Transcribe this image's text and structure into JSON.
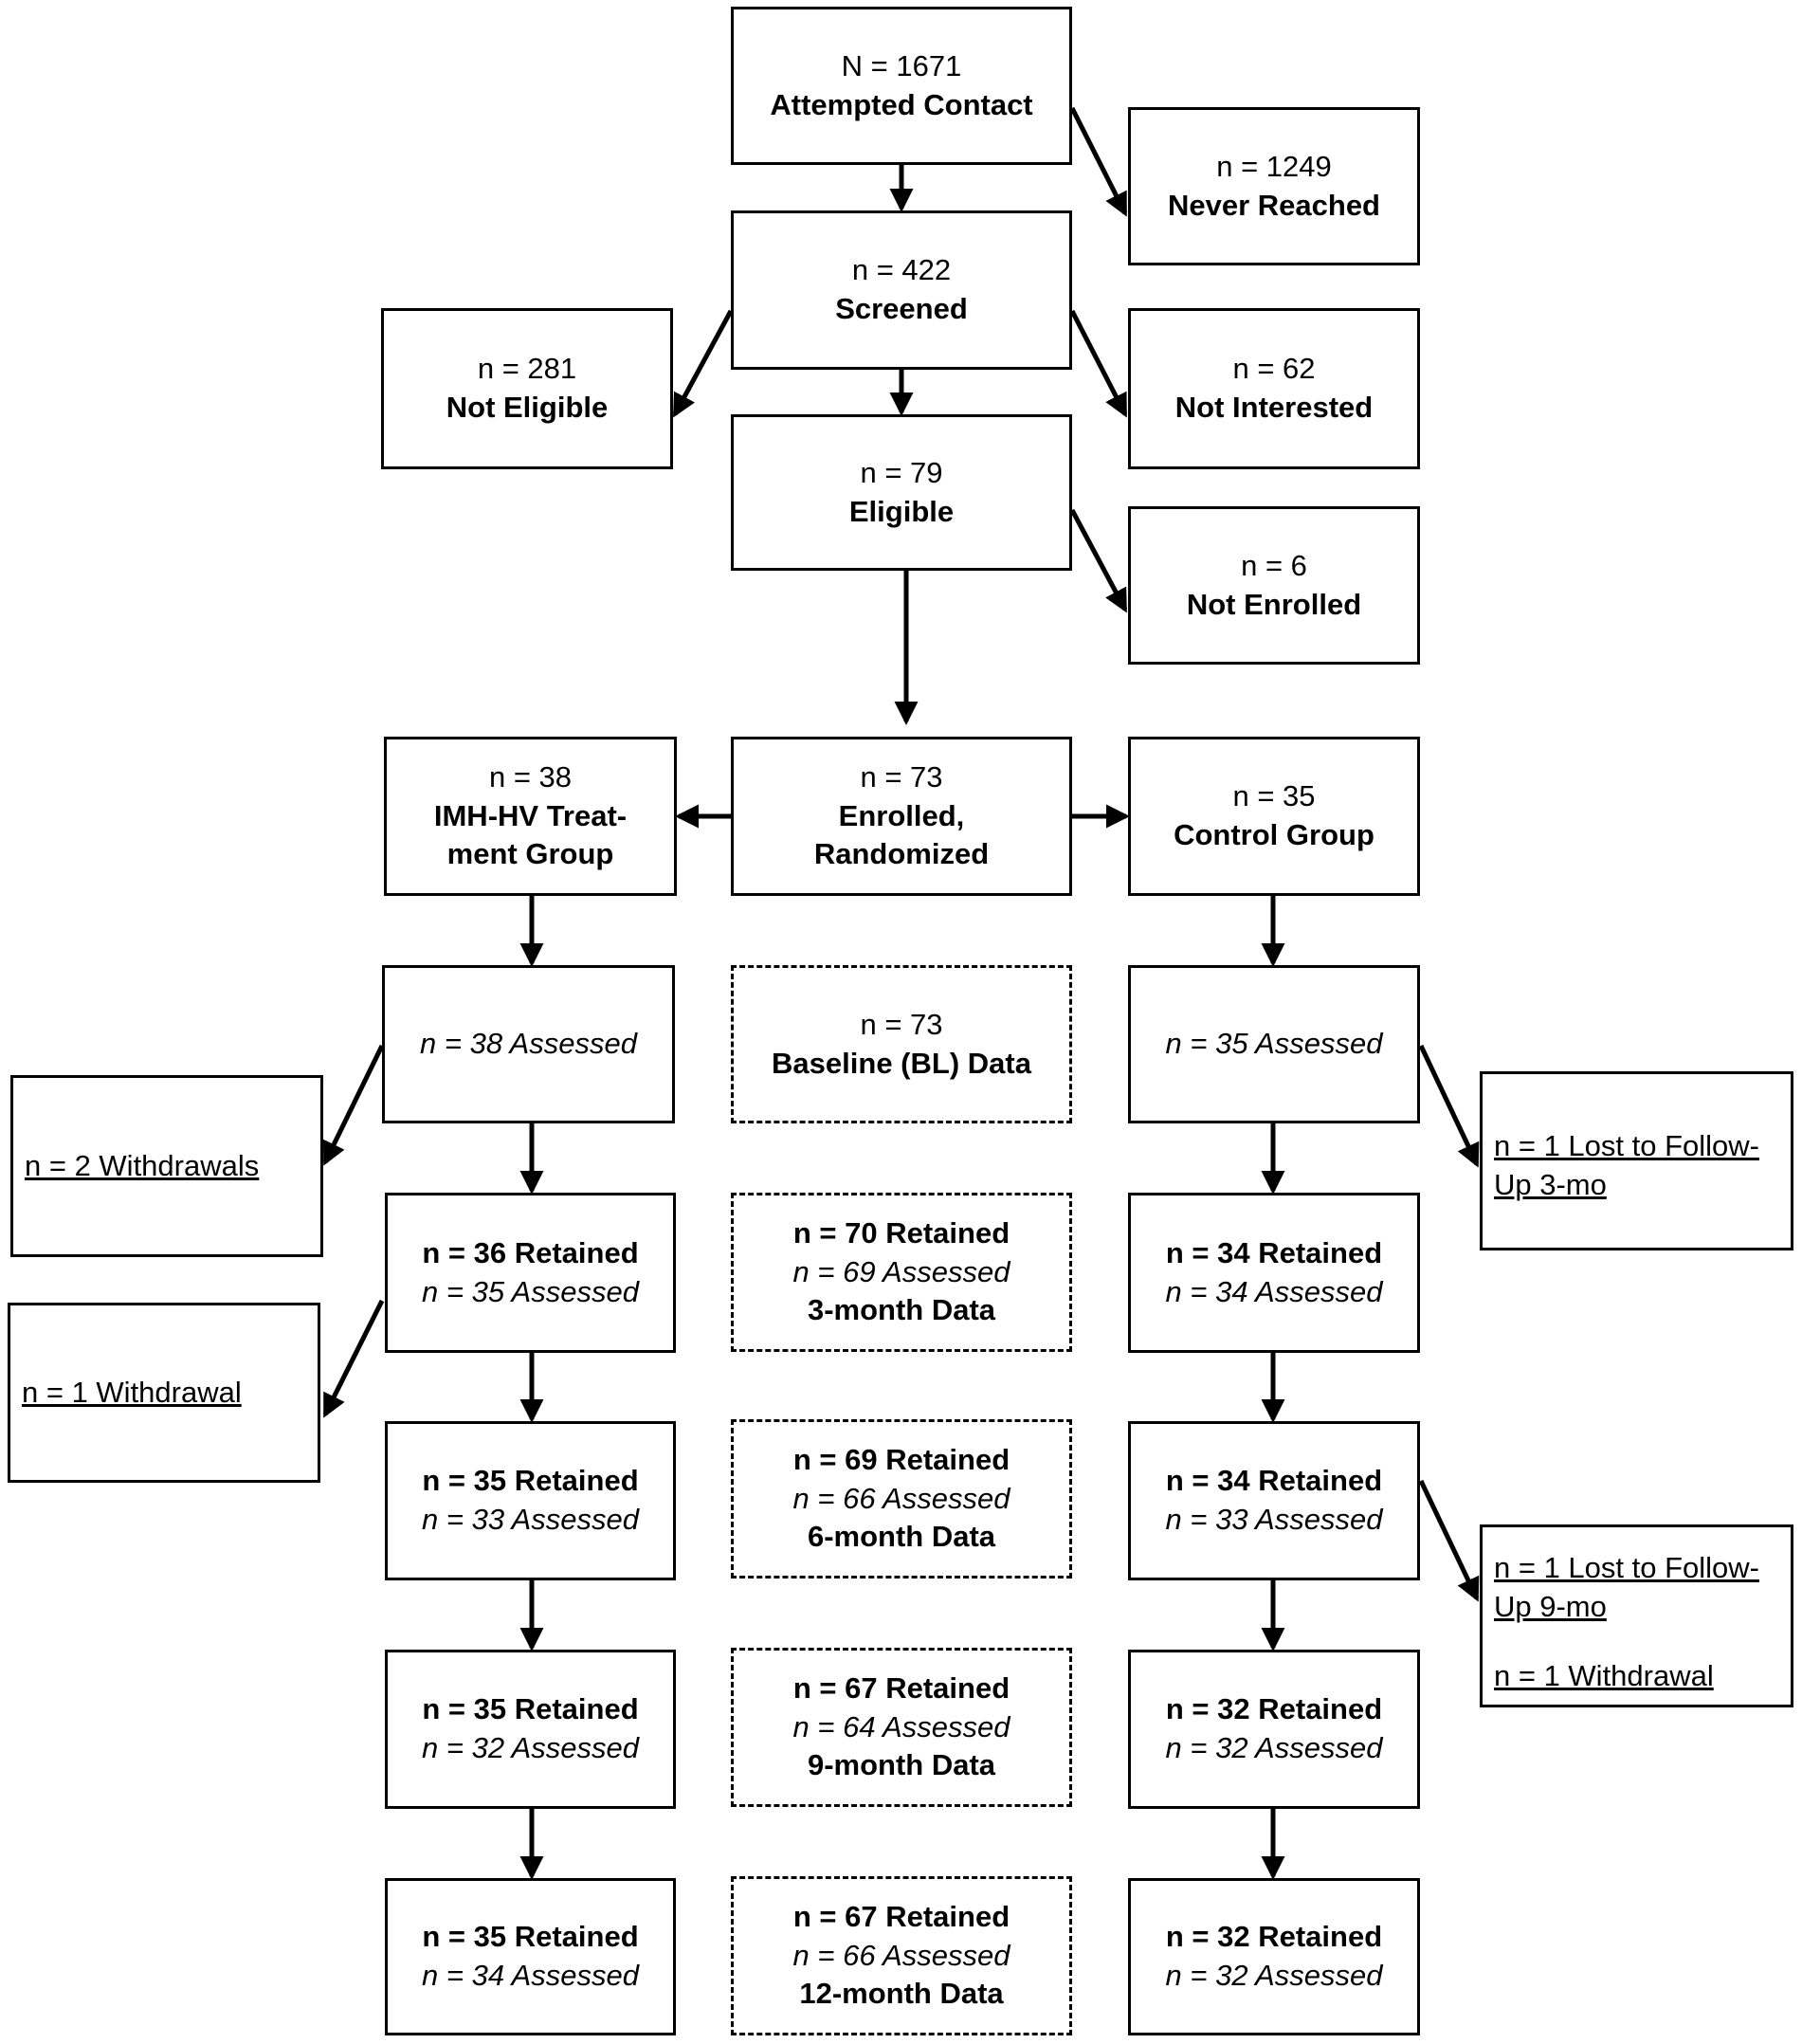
{
  "boxes": {
    "attempted": {
      "count": "N = 1671",
      "label": "Attempted Contact"
    },
    "never_reached": {
      "count": "n = 1249",
      "label": "Never Reached"
    },
    "screened": {
      "count": "n = 422",
      "label": "Screened"
    },
    "not_eligible": {
      "count": "n = 281",
      "label": "Not Eligible"
    },
    "not_interested": {
      "count": "n = 62",
      "label": "Not Interested"
    },
    "eligible": {
      "count": "n = 79",
      "label": "Eligible"
    },
    "not_enrolled": {
      "count": "n = 6",
      "label": "Not Enrolled"
    },
    "treatment": {
      "count": "n = 38",
      "label1": "IMH-HV Treat-",
      "label2": "ment Group"
    },
    "enrolled": {
      "count": "n = 73",
      "label1": "Enrolled,",
      "label2": "Randomized"
    },
    "control": {
      "count": "n = 35",
      "label": "Control Group"
    },
    "t_bl": {
      "assessed": "n = 38 Assessed"
    },
    "baseline": {
      "count": "n = 73",
      "label": "Baseline (BL) Data"
    },
    "c_bl": {
      "assessed": "n = 35 Assessed"
    },
    "t_withdraw_2": {
      "label": "n = 2 Withdrawals"
    },
    "c_lost_3": {
      "line1": "n = 1 Lost to Follow-",
      "line2": "Up 3-mo"
    },
    "t_3": {
      "retained": "n = 36 Retained",
      "assessed": "n = 35 Assessed"
    },
    "mid_3": {
      "retained": "n = 70 Retained",
      "assessed": "n = 69 Assessed",
      "label": "3-month Data"
    },
    "c_3": {
      "retained": "n = 34 Retained",
      "assessed": "n = 34 Assessed"
    },
    "t_withdraw_1": {
      "label": "n = 1 Withdrawal"
    },
    "t_6": {
      "retained": "n = 35 Retained",
      "assessed": "n = 33 Assessed"
    },
    "mid_6": {
      "retained": "n = 69 Retained",
      "assessed": "n = 66 Assessed",
      "label": "6-month Data"
    },
    "c_6": {
      "retained": "n = 34 Retained",
      "assessed": "n = 33 Assessed"
    },
    "c_lost_9": {
      "line1": "n = 1 Lost to Follow-",
      "line2": "Up 9-mo",
      "line3": "n = 1 Withdrawal"
    },
    "t_9": {
      "retained": "n = 35 Retained",
      "assessed": "n = 32 Assessed"
    },
    "mid_9": {
      "retained": "n = 67 Retained",
      "assessed": "n = 64 Assessed",
      "label": "9-month Data"
    },
    "c_9": {
      "retained": "n = 32 Retained",
      "assessed": "n = 32 Assessed"
    },
    "t_12": {
      "retained": "n = 35 Retained",
      "assessed": "n = 34 Assessed"
    },
    "mid_12": {
      "retained": "n = 67 Retained",
      "assessed": "n = 66 Assessed",
      "label": "12-month Data"
    },
    "c_12": {
      "retained": "n = 32 Retained",
      "assessed": "n = 32 Assessed"
    }
  }
}
